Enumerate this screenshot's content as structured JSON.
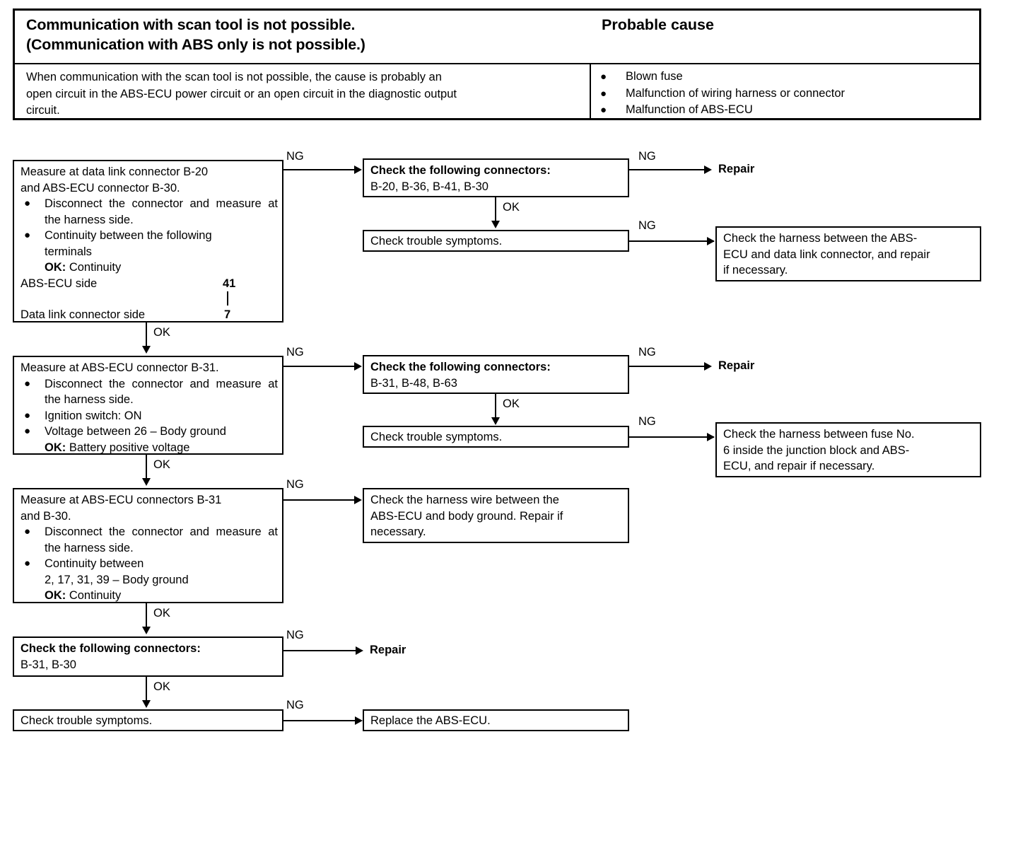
{
  "header": {
    "title_line1": "Communication with scan tool is not possible.",
    "title_line2": "(Communication with ABS only is not possible.)",
    "cause_title": "Probable cause",
    "description_l1": "When communication with the scan tool is not possible, the cause is probably an",
    "description_l2": "open circuit in the ABS-ECU power circuit or an open circuit in the diagnostic output",
    "description_l3": "circuit.",
    "causes": [
      "Blown fuse",
      "Malfunction of wiring harness or connector",
      "Malfunction of ABS-ECU"
    ],
    "bullet_glyph": "●"
  },
  "flow": {
    "labels": {
      "ng": "NG",
      "ok": "OK"
    },
    "box1": {
      "line1": "Measure at data link connector B-20",
      "line2": "and ABS-ECU connector B-30.",
      "item1": "Disconnect the connector and measure at the harness side.",
      "item2_l1": "Continuity between the following",
      "item2_l2": "terminals",
      "ok_prefix": "OK:",
      "ok_value": "Continuity",
      "row_ecu_label": "ABS-ECU side",
      "row_ecu_terminal": "41",
      "row_dlc_label": "Data link connector side",
      "row_dlc_terminal": "7"
    },
    "box2": {
      "title": "Check the following connectors:",
      "list": "B-20, B-36, B-41, B-30"
    },
    "box3": {
      "text": "Check trouble symptoms."
    },
    "label_repair_1": "Repair",
    "box4": {
      "l1": "Check the harness between the ABS-",
      "l2": "ECU and data link connector, and repair",
      "l3": "if necessary."
    },
    "box5": {
      "line1": "Measure at ABS-ECU connector B-31.",
      "item1": "Disconnect the connector and measure at the harness side.",
      "item2": "Ignition switch: ON",
      "item3": "Voltage between 26 – Body ground",
      "ok_prefix": "OK:",
      "ok_value": "Battery positive voltage"
    },
    "box6": {
      "title": "Check the following connectors:",
      "list": "B-31, B-48, B-63"
    },
    "box7": {
      "text": "Check trouble symptoms."
    },
    "label_repair_2": "Repair",
    "box8": {
      "l1": "Check the harness between fuse No.",
      "l2": "6 inside the junction block and ABS-",
      "l3": "ECU, and repair if necessary."
    },
    "box9": {
      "line1": "Measure at ABS-ECU connectors B-31",
      "line2": "and B-30.",
      "item1": "Disconnect the connector and measure at the harness side.",
      "item2_l1": "Continuity between",
      "item2_l2": "2, 17, 31, 39 – Body ground",
      "ok_prefix": "OK:",
      "ok_value": "Continuity"
    },
    "box10": {
      "l1": "Check the harness wire between the",
      "l2": "ABS-ECU and body ground. Repair if",
      "l3": "necessary."
    },
    "box11": {
      "title": "Check the following connectors:",
      "list": "B-31, B-30"
    },
    "label_repair_3": "Repair",
    "box12": {
      "text": "Check trouble symptoms."
    },
    "box13": {
      "text": "Replace the ABS-ECU."
    }
  }
}
